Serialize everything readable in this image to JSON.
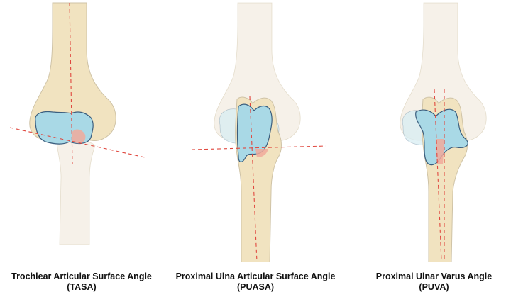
{
  "colors": {
    "bone_fill": "#f1e3c0",
    "bone_faint": "#f6f1e9",
    "bone_stroke": "#cfc3a6",
    "cartilage_fill": "#a9d9e6",
    "cartilage_faint": "#d5edf2",
    "cartilage_stroke": "#3b5e7e",
    "angle_fill": "#f1a99a",
    "guide_line": "#e0483f"
  },
  "panels": [
    {
      "id": "tasa",
      "title": "Trochlear Articular Surface Angle",
      "abbrev": "(TASA)"
    },
    {
      "id": "puasa",
      "title": "Proximal Ulna Articular Surface Angle",
      "abbrev": "(PUASA)"
    },
    {
      "id": "puva",
      "title": "Proximal Ulnar Varus Angle",
      "abbrev": "(PUVA)"
    }
  ]
}
